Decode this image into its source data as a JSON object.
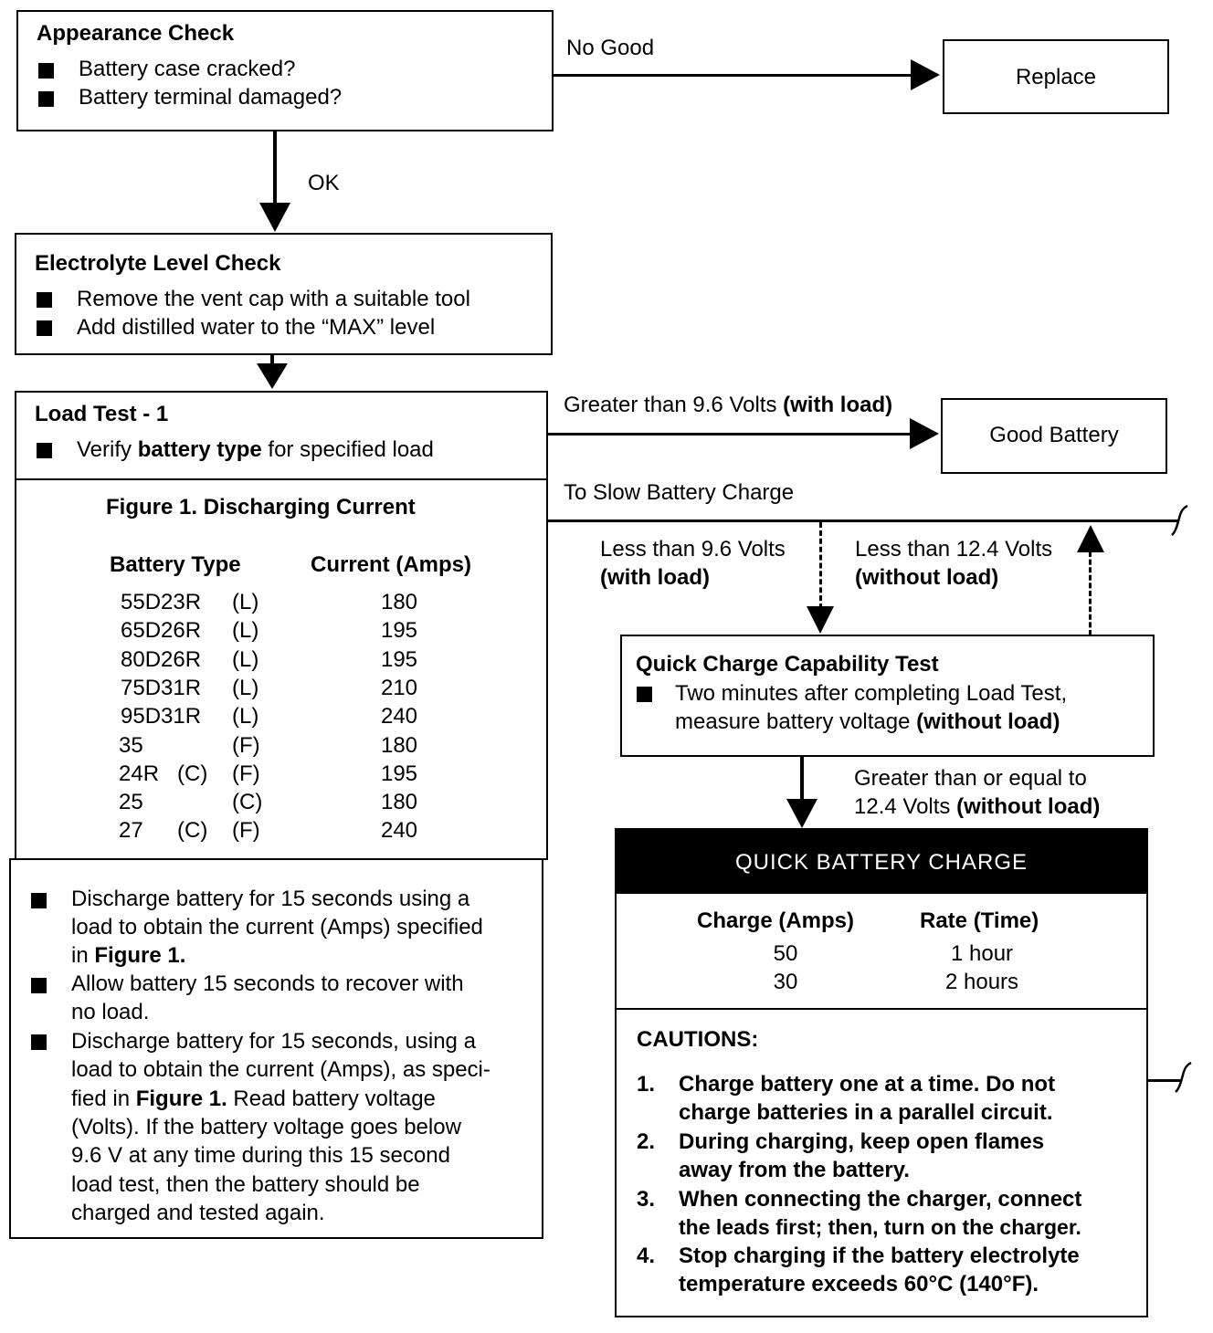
{
  "appearance": {
    "title": "Appearance Check",
    "items": [
      "Battery case cracked?",
      "Battery terminal damaged?"
    ]
  },
  "edges": {
    "no_good": "No Good",
    "ok": "OK",
    "greater_96_a": "Greater than 9.6 Volts ",
    "greater_96_b": "(with load)",
    "to_slow": "To Slow Battery Charge",
    "less_96_a": "Less than 9.6 Volts",
    "less_96_b": "(with load)",
    "less_124_a": "Less than 12.4 Volts",
    "less_124_b": "(without load)",
    "ge_124_a": "Greater than or equal to",
    "ge_124_b": "12.4 Volts ",
    "ge_124_c": "(without load)"
  },
  "replace": {
    "label": "Replace"
  },
  "good_battery": {
    "label": "Good Battery"
  },
  "electrolyte": {
    "title": "Electrolyte Level Check",
    "items": [
      "Remove the vent cap with a suitable tool",
      "Add distilled water to the “MAX” level"
    ]
  },
  "load_test": {
    "title": "Load Test - 1",
    "item_pre": "Verify ",
    "item_bold": "battery type",
    "item_post": " for specified load"
  },
  "figure": {
    "title": "Figure 1.  Discharging Current",
    "col1": "Battery Type",
    "col2": "Current (Amps)",
    "rows": [
      {
        "type": "55D23R",
        "a": "",
        "b": "(L)",
        "amps": "180"
      },
      {
        "type": "65D26R",
        "a": "",
        "b": "(L)",
        "amps": "195"
      },
      {
        "type": "80D26R",
        "a": "",
        "b": "(L)",
        "amps": "195"
      },
      {
        "type": "75D31R",
        "a": "",
        "b": "(L)",
        "amps": "210"
      },
      {
        "type": "95D31R",
        "a": "",
        "b": "(L)",
        "amps": "240"
      },
      {
        "type": "35",
        "a": "",
        "b": "(F)",
        "amps": "180"
      },
      {
        "type": "24R",
        "a": "(C)",
        "b": "(F)",
        "amps": "195"
      },
      {
        "type": "25",
        "a": "",
        "b": "(C)",
        "amps": "180"
      },
      {
        "type": "27",
        "a": "(C)",
        "b": "(F)",
        "amps": "240"
      }
    ]
  },
  "procedure": {
    "p1_l1": "Discharge battery for 15 seconds using a",
    "p1_l2": "load to obtain the current (Amps) specified",
    "p1_l3a": "in ",
    "p1_l3b": "Figure 1.",
    "p2_l1": "Allow battery 15 seconds to recover with",
    "p2_l2": "no load.",
    "p3_l1": "Discharge battery for 15 seconds, using a",
    "p3_l2": "load to obtain the current (Amps), as speci-",
    "p3_l3a": "fied in ",
    "p3_l3b": "Figure 1.",
    "p3_l3c": "  Read battery voltage",
    "p3_l4": "(Volts).  If the battery voltage goes below",
    "p3_l5": "9.6 V at any time during this 15 second",
    "p3_l6": "load test, then the battery should be",
    "p3_l7": "charged and tested again."
  },
  "quick_test": {
    "title": "Quick Charge Capability Test",
    "l1": "Two minutes after completing Load Test,",
    "l2a": "measure battery voltage ",
    "l2b": "(without load)"
  },
  "quick_charge": {
    "title": "QUICK BATTERY CHARGE",
    "col1": "Charge (Amps)",
    "col2": "Rate (Time)",
    "rows": [
      {
        "amps": "50",
        "time": "1 hour"
      },
      {
        "amps": "30",
        "time": "2 hours"
      }
    ]
  },
  "cautions": {
    "title": "CAUTIONS:",
    "items": [
      {
        "n": "1.",
        "l1": "Charge battery one at a time.  Do not",
        "l2": "charge batteries in a parallel circuit."
      },
      {
        "n": "2.",
        "l1": "During charging, keep open flames",
        "l2": "away from the battery."
      },
      {
        "n": "3.",
        "l1": "When connecting the charger, connect",
        "l2": "the leads first; then, turn on the charger."
      },
      {
        "n": "4.",
        "l1": "Stop charging if the battery electrolyte",
        "l2": "temperature exceeds 60°C (140°F)."
      }
    ]
  }
}
